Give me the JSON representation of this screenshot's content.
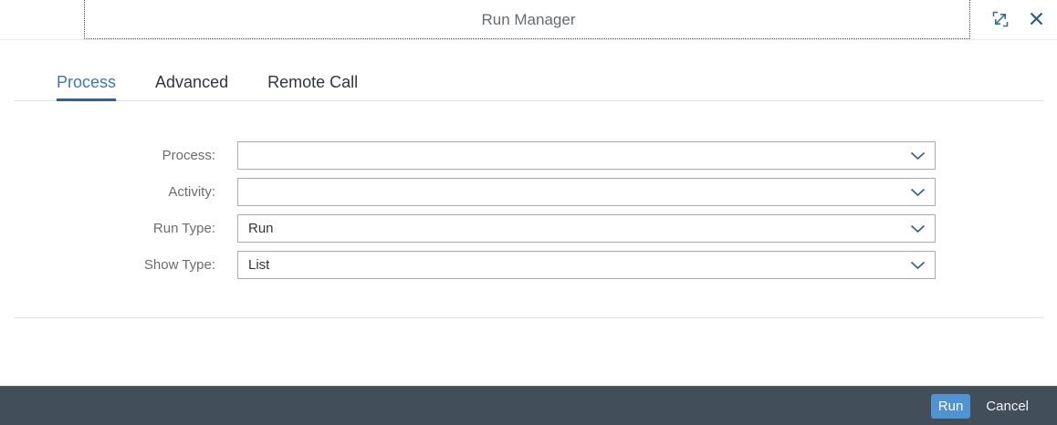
{
  "dialog": {
    "title": "Run Manager"
  },
  "header": {
    "icons": [
      "resize-icon",
      "close-icon"
    ]
  },
  "tabs": [
    {
      "label": "Process",
      "active": true
    },
    {
      "label": "Advanced",
      "active": false
    },
    {
      "label": "Remote Call",
      "active": false
    }
  ],
  "form": {
    "fields": [
      {
        "label": "Process:",
        "value": "",
        "control": "combobox",
        "icon": "chevron-down-icon"
      },
      {
        "label": "Activity:",
        "value": "",
        "control": "combobox",
        "icon": "chevron-down-icon"
      },
      {
        "label": "Run Type:",
        "value": "Run",
        "control": "combobox",
        "icon": "chevron-down-icon"
      },
      {
        "label": "Show Type:",
        "value": "List",
        "control": "combobox",
        "icon": "chevron-down-icon"
      }
    ]
  },
  "footer": {
    "run_label": "Run",
    "cancel_label": "Cancel"
  },
  "colors": {
    "active_tab_text": "#3e78a8",
    "active_tab_underline": "#35608a",
    "inactive_tab_text": "#32363a",
    "title_text": "#666a6d",
    "label_text": "#6a6d70",
    "value_text": "#32363a",
    "field_border": "#ababab",
    "divider": "#d9e2ea",
    "icon_blue": "#35618c",
    "footer_background": "#424e59",
    "run_button_background": "#4f93d3",
    "cancel_text": "#f1f4f6"
  }
}
